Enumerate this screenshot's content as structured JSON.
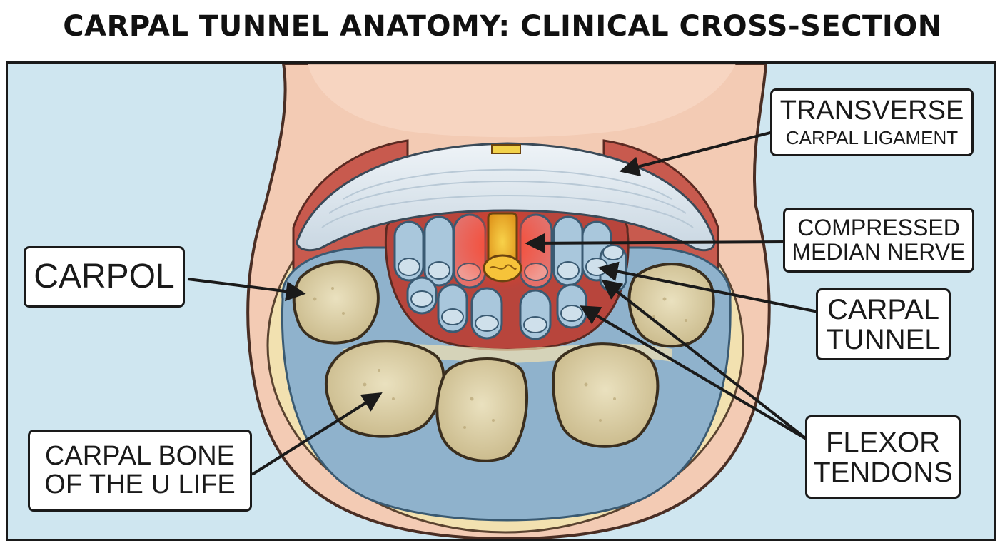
{
  "title": "CARPAL TUNNEL ANATOMY: CLINICAL CROSS-SECTION",
  "labels": {
    "ligament": {
      "line1": "TRANSVERSE",
      "line2": "CARPAL LIGAMENT"
    },
    "nerve": {
      "line1": "COMPRESSED",
      "line2": "MEDIAN NERVE"
    },
    "carpol": {
      "line1": "CARPOL"
    },
    "tunnel": {
      "line1": "CARPAL",
      "line2": "TUNNEL"
    },
    "bone": {
      "line1": "CARPAL BONE",
      "line2": "OF THE U LIFE"
    },
    "flexor": {
      "line1": "FLEXOR",
      "line2": "TENDONS"
    }
  },
  "icons": {
    "arrow": "arrow-icon",
    "bone": "carpal-bone-icon",
    "tendon": "flexor-tendon-icon",
    "nerve": "median-nerve-icon"
  },
  "colors": {
    "background": "#cfe6f0",
    "skin": "#f3cbb4",
    "fat": "#f2e1b0",
    "sheath": "#8fb2cc",
    "muscle": "#c85a4e",
    "ligament": "#dfe8ef",
    "tendon": "#a9c7dc",
    "inflamed_tendon": "#e4706a",
    "nerve": "#f2b632",
    "bone": "#e6dcb6",
    "tunnel_floor": "#b8453c"
  }
}
